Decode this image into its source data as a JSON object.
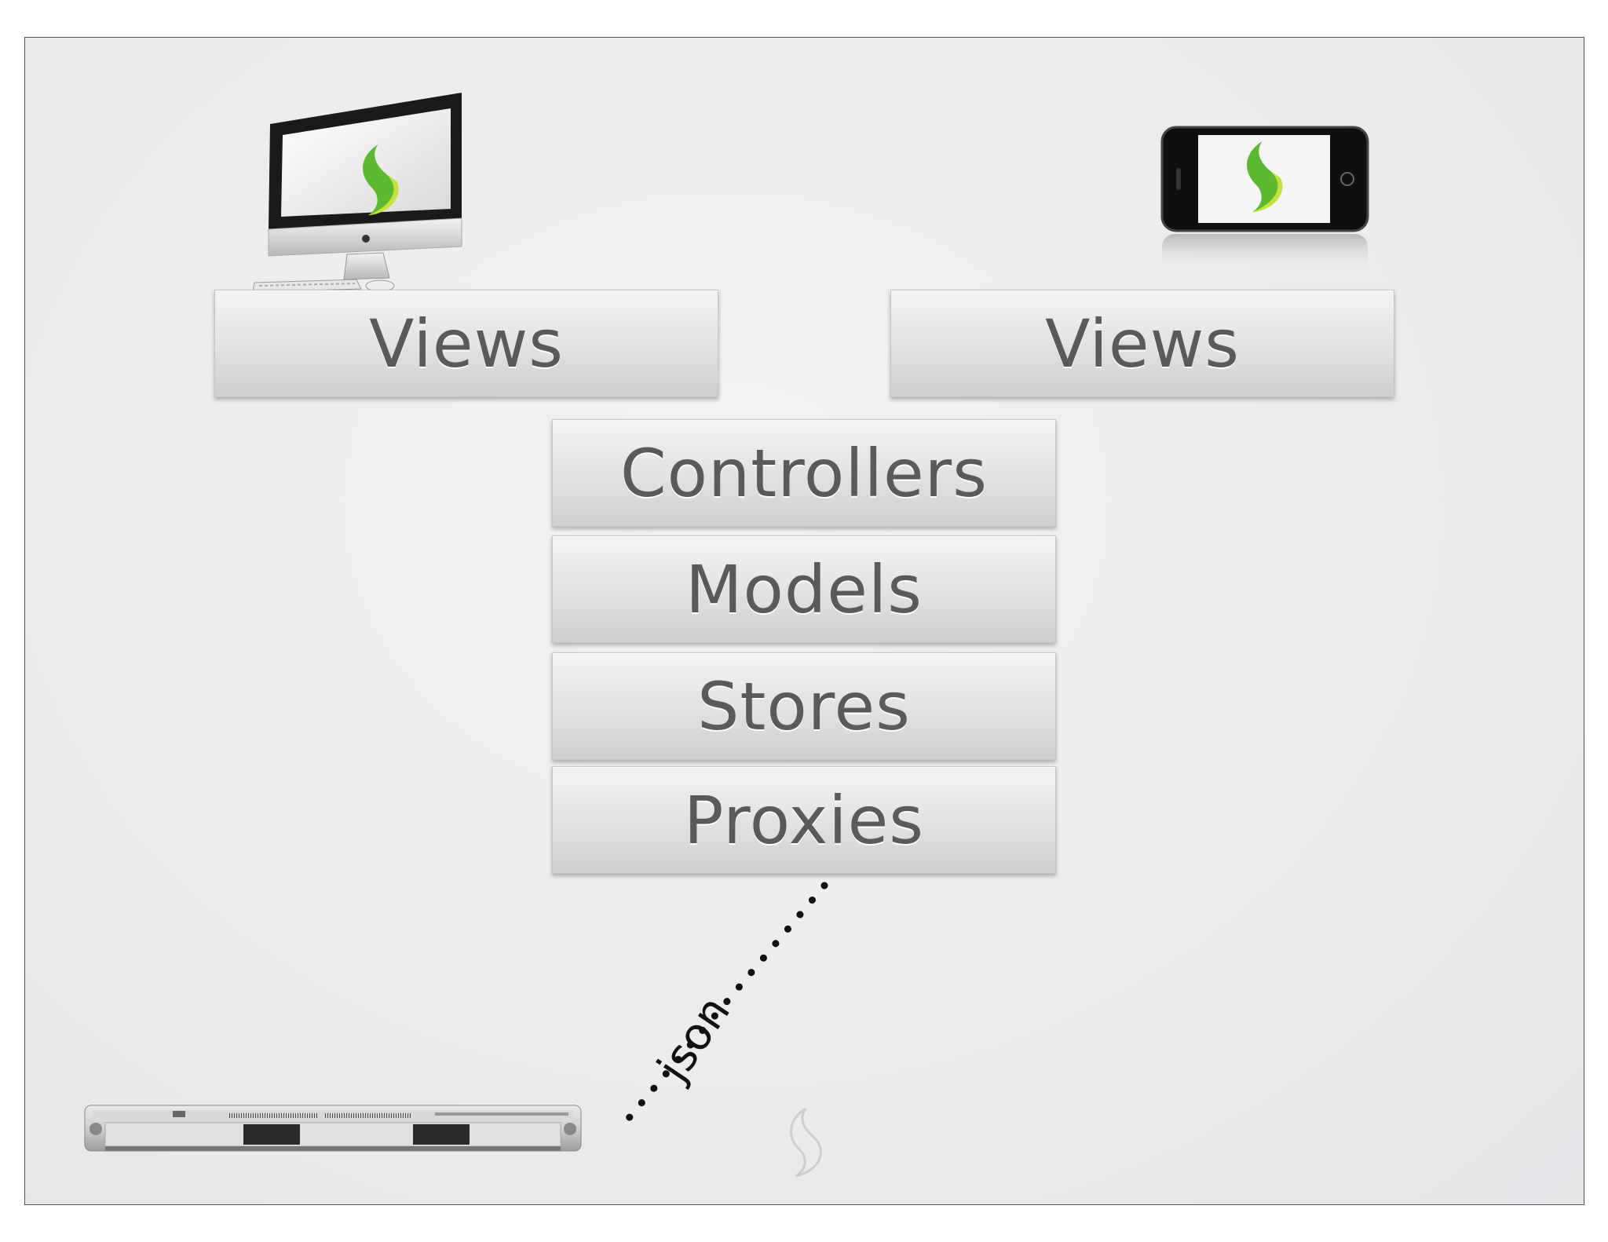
{
  "diagram": {
    "client_left": {
      "device": "desktop-computer-icon",
      "layer_label": "Views"
    },
    "client_right": {
      "device": "smartphone-icon",
      "layer_label": "Views"
    },
    "stack": [
      {
        "label": "Controllers"
      },
      {
        "label": "Models"
      },
      {
        "label": "Stores"
      },
      {
        "label": "Proxies"
      }
    ],
    "connection_label": "json",
    "server": {
      "device": "rack-server-icon"
    },
    "logo": "sencha-logo-icon"
  },
  "colors": {
    "slide_background": "#ececee",
    "box_text": "#5a5a5a",
    "logo_green": "#5cb82e",
    "logo_light": "#c4e23a"
  }
}
